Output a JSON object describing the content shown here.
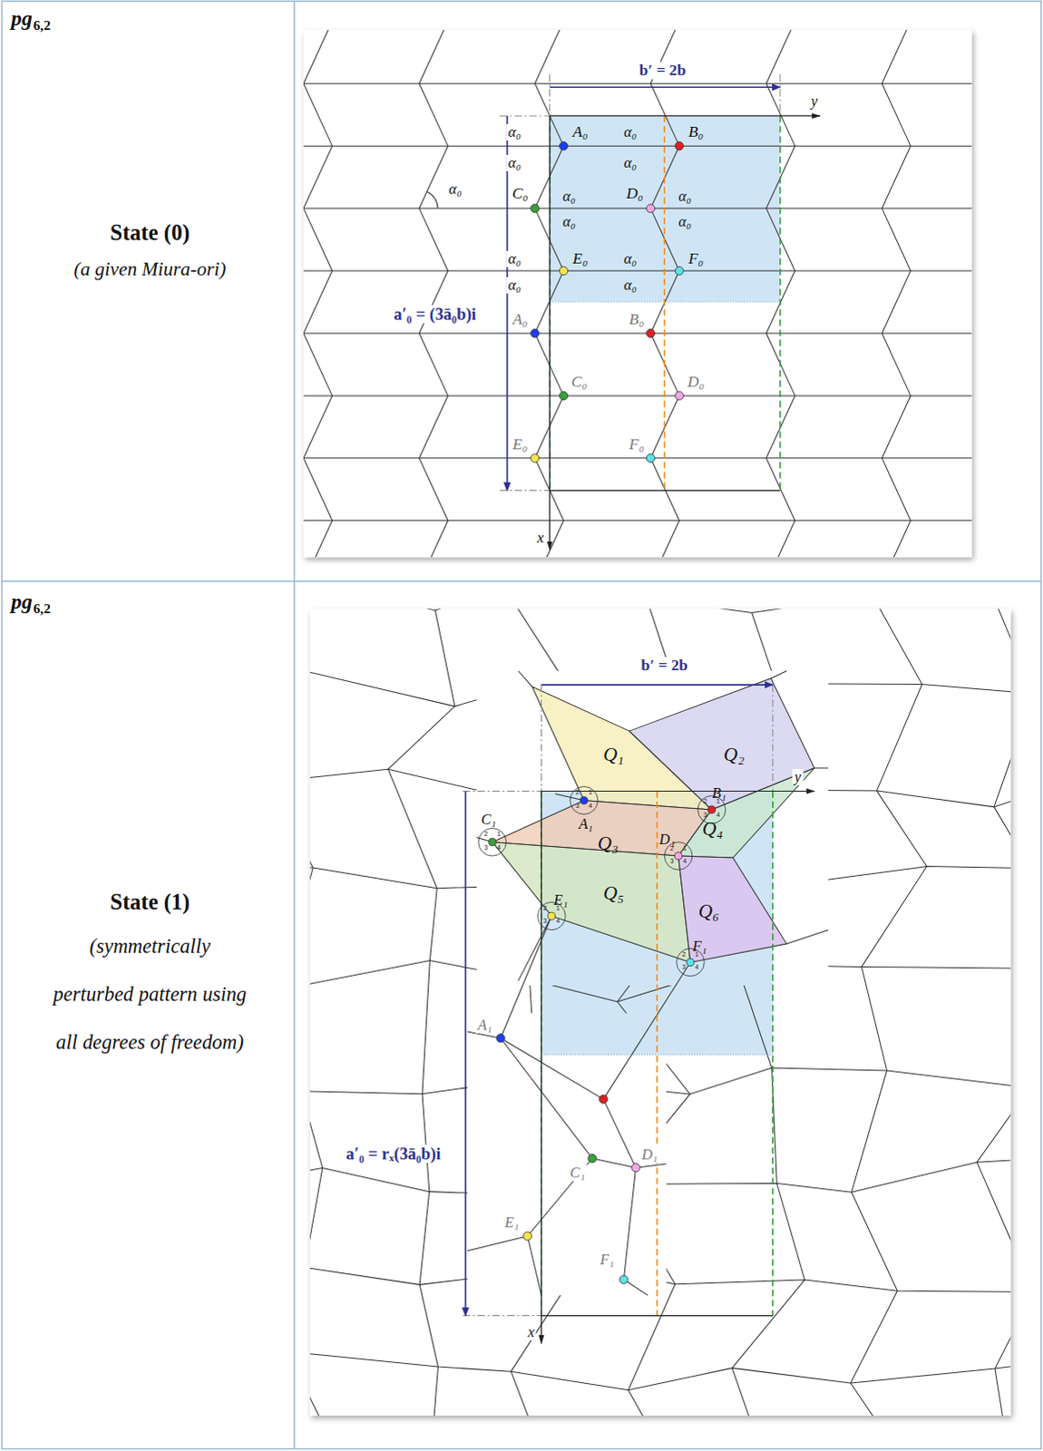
{
  "diagram": {
    "labels": [
      "pg",
      "6,2",
      "State (0)",
      "(a given Miura-ori)",
      "b′ = 2b",
      "y",
      "x",
      "a′₀ = (3ā₀b)i",
      "α₀",
      "α₀",
      "α₀",
      "α₀",
      "α₀",
      "α₀",
      "α₀",
      "α₀",
      "α₀",
      "α₀",
      "α₀",
      "α₀",
      "α₀",
      "A₀",
      "B₀",
      "C₀",
      "D₀",
      "E₀",
      "F₀",
      "A₀",
      "B₀",
      "C₀",
      "D₀",
      "E₀",
      "F₀",
      "pg",
      "6,2",
      "State (1)",
      "(symmetrically perturbed pattern using all degrees of freedom)",
      "b′ = 2b",
      "y",
      "x",
      "a′₀ = rₓ(3ā₀b)i",
      "Q₁",
      "Q₂",
      "Q₃",
      "Q₄",
      "Q₅",
      "Q₆",
      "A₁",
      "B₁",
      "C₁",
      "D₁",
      "E₁",
      "F₁",
      "A₁",
      "C₁",
      "D₁",
      "E₁",
      "F₁",
      "2",
      "1",
      "3",
      "4",
      "2",
      "1",
      "3",
      "4",
      "2",
      "1",
      "3",
      "4",
      "2",
      "1",
      "3",
      "4",
      "2",
      "1",
      "3",
      "4",
      "2",
      "1",
      "3",
      "4"
    ]
  }
}
